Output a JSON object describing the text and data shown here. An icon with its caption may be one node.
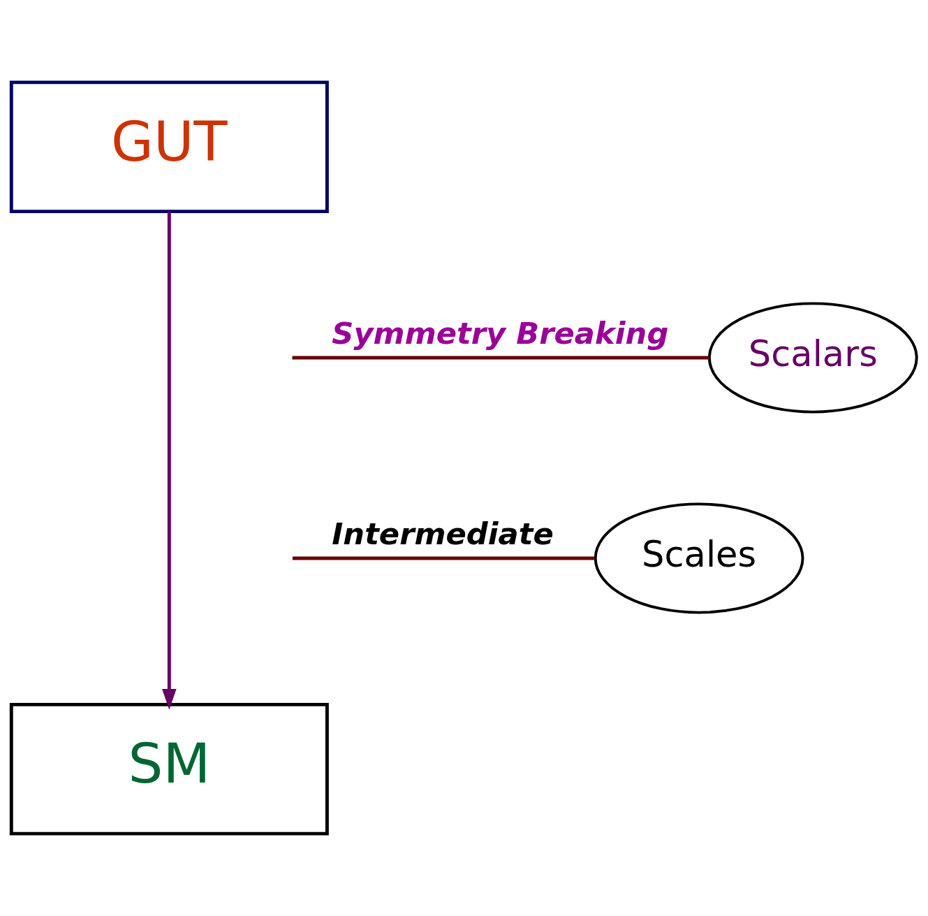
{
  "diagram": {
    "nodes": [
      {
        "text": [
          "GUT"
        ]
      },
      {
        "text": [
          "SM"
        ]
      },
      {
        "text": [
          "Scalars"
        ]
      },
      {
        "text": [
          "Scales"
        ]
      }
    ],
    "edges": [
      {
        "from": 0,
        "to": 1,
        "arrow": "to",
        "color": "#660066"
      },
      {
        "from": null,
        "to": 2,
        "arrow": "none",
        "label": "Symmetry Breaking"
      },
      {
        "from": null,
        "to": 3,
        "arrow": "none",
        "label": "Intermediate"
      }
    ]
  }
}
